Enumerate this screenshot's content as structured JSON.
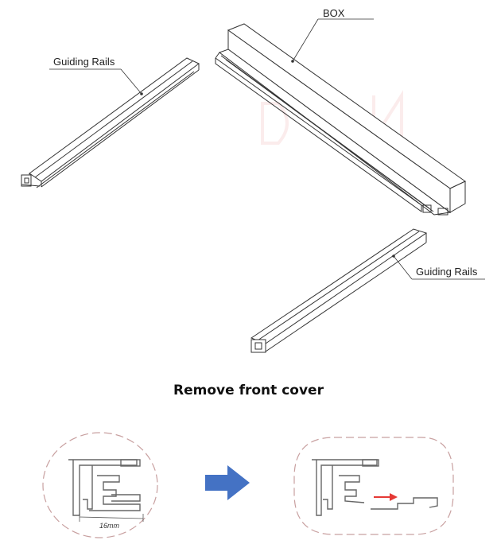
{
  "labels": {
    "guiding_rails_top": "Guiding Rails",
    "box": "BOX",
    "guiding_rails_bottom": "Guiding Rails"
  },
  "caption": "Remove front cover",
  "detail": {
    "dimension": "16mm"
  },
  "icons": [
    "guiding-rail-drawing",
    "box-drawing",
    "profile-cross-section",
    "arrow-right-icon"
  ],
  "colors": {
    "line": "#333333",
    "blue_arrow": "#4472c4",
    "red_arrow": "#e53935",
    "circle_dash": "#c8a0a0"
  }
}
